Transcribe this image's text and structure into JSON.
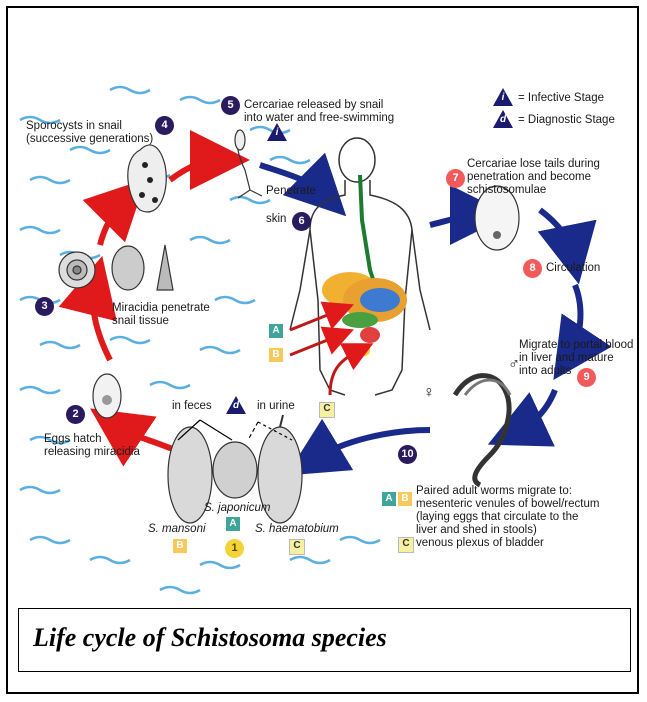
{
  "legend": {
    "infective_stage": "= Infective Stage",
    "infective_letter": "i",
    "diagnostic_stage": "= Diagnostic Stage",
    "diagnostic_letter": "d"
  },
  "steps": {
    "s1": "1",
    "s2": "2",
    "s3": "3",
    "s4": "4",
    "s5": "5",
    "s6": "6",
    "s7": "7",
    "s8": "8",
    "s9": "9",
    "s10": "10"
  },
  "labels": {
    "cercariae_released_1": "Cercariae released by snail",
    "cercariae_released_2": "into water and free-swimming",
    "sporocysts_1": "Sporocysts in snail",
    "sporocysts_2": "(successive generations)",
    "penetrate_1": "Penetrate",
    "penetrate_2": "skin",
    "lose_tails_1": "Cercariae lose tails during",
    "lose_tails_2": "penetration and become",
    "lose_tails_3": "schistosomulae",
    "circulation": "Circulation",
    "migrate_1": "Migrate to portal blood",
    "migrate_2": "in liver and mature",
    "migrate_3": "into adults",
    "miracidia_1": "Miracidia penetrate",
    "miracidia_2": "snail tissue",
    "eggs_1": "Eggs hatch",
    "eggs_2": "releasing miracidia",
    "in_feces": "in feces",
    "in_urine": "in urine",
    "s_japonicum": "S. japonicum",
    "s_mansoni": "S. mansoni",
    "s_haematobium": "S. haematobium",
    "paired_1": "Paired adult worms migrate to:",
    "paired_2": "mesenteric venules of bowel/rectum",
    "paired_3": "(laying eggs that circulate to the",
    "paired_4": "liver and shed in stools)",
    "paired_5": "venous plexus of bladder",
    "female_symbol": "♀",
    "male_symbol": "♂"
  },
  "tags": {
    "a": "A",
    "b": "B",
    "c": "C"
  },
  "caption": "Life cycle of Schistosoma species",
  "colors": {
    "red_arrow": "#e01a1a",
    "blue_arrow": "#1a2a8a",
    "water": "#5aaee0",
    "number_dark": "#2a1a5e",
    "number_red": "#f05a5a"
  }
}
